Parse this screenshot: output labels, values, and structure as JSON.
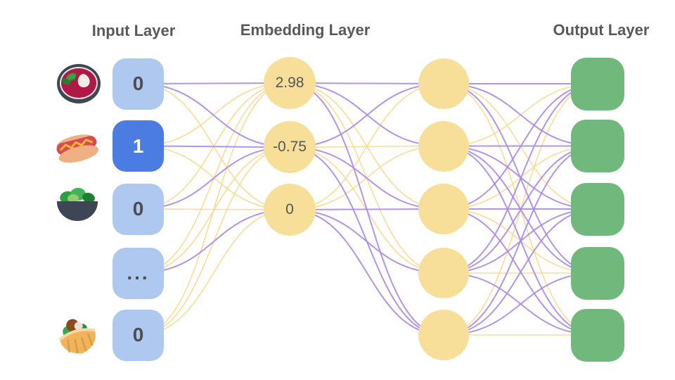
{
  "layers": {
    "input": {
      "title": "Input Layer",
      "nodes": [
        {
          "value": "0",
          "variant": "light",
          "icon": "borscht-bowl-icon"
        },
        {
          "value": "1",
          "variant": "selected",
          "icon": "hotdog-icon"
        },
        {
          "value": "0",
          "variant": "light",
          "icon": "salad-bowl-icon"
        },
        {
          "value": "...",
          "variant": "light",
          "icon": ""
        },
        {
          "value": "0",
          "variant": "light",
          "icon": "pita-icon"
        }
      ]
    },
    "embedding": {
      "title": "Embedding Layer",
      "nodes": [
        {
          "value": "2.98"
        },
        {
          "value": "-0.75"
        },
        {
          "value": "0"
        }
      ]
    },
    "hidden": {
      "nodes": [
        {},
        {},
        {},
        {},
        {}
      ]
    },
    "output": {
      "title": "Output Layer",
      "nodes": [
        {},
        {},
        {},
        {},
        {}
      ]
    }
  },
  "colors": {
    "node_light_blue": "#afc8f0",
    "node_selected_blue": "#4a7ce2",
    "node_yellow": "#f7df99",
    "node_green": "#70b87b",
    "edge_purple": "#a98ae5",
    "edge_yellow": "#f8d88e",
    "value_text": "#4d4d4d",
    "title_text": "#595959"
  },
  "edges": {
    "input_to_embedding": [
      [
        "purple",
        "purple",
        "yellow"
      ],
      [
        "yellow",
        "purple",
        "yellow"
      ],
      [
        "yellow",
        "purple",
        "yellow"
      ],
      [
        "yellow",
        "yellow",
        "purple"
      ],
      [
        "yellow",
        "yellow",
        "yellow"
      ]
    ],
    "embedding_to_hidden": [
      [
        "purple",
        "purple",
        "yellow",
        "yellow",
        "purple"
      ],
      [
        "purple",
        "yellow",
        "purple",
        "yellow",
        "purple"
      ],
      [
        "yellow",
        "yellow",
        "purple",
        "purple",
        "purple"
      ]
    ],
    "hidden_to_output": [
      [
        "purple",
        "purple",
        "yellow",
        "purple",
        "yellow"
      ],
      [
        "yellow",
        "purple",
        "purple",
        "purple",
        "purple"
      ],
      [
        "purple",
        "yellow",
        "purple",
        "yellow",
        "purple"
      ],
      [
        "purple",
        "purple",
        "purple",
        "yellow",
        "purple"
      ],
      [
        "yellow",
        "purple",
        "purple",
        "purple",
        "yellow"
      ]
    ]
  }
}
